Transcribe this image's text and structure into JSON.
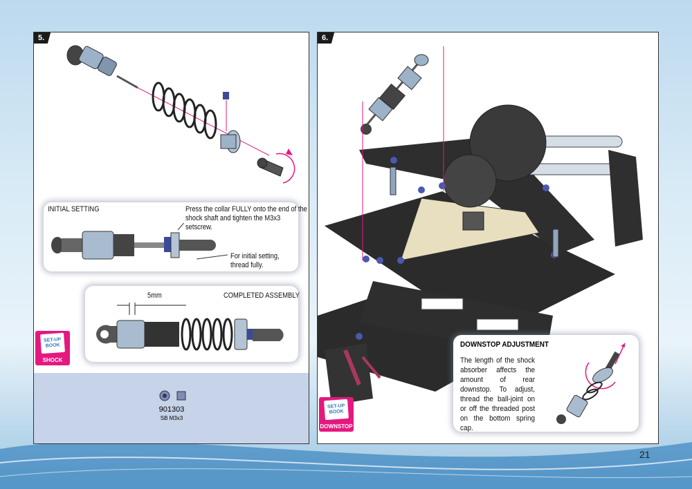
{
  "page_number": "21",
  "step5": {
    "number": "5.",
    "initial_setting_title": "INITIAL SETTING",
    "collar_note": "Press the collar FULLY onto the end of the shock shaft and tighten the M3x3 setscrew.",
    "thread_note": "For initial setting, thread fully.",
    "dimension_label": "5mm",
    "completed_title": "COMPLETED ASSEMBLY",
    "badge_book": "SET-UP BOOK",
    "badge_caption": "SHOCK",
    "part_number": "901303",
    "part_name": "SB M3x3"
  },
  "step6": {
    "number": "6.",
    "downstop_title": "DOWNSTOP ADJUSTMENT",
    "downstop_text": "The length of the shock absorber affects the amount of rear downstop. To adjust, thread the ball-joint on or off the threaded post on the bottom spring cap.",
    "badge_book": "SET-UP BOOK",
    "badge_caption": "DOWNSTOP"
  },
  "colors": {
    "accent_magenta": "#e5187f",
    "part_bg": "#c7d3e9",
    "carbon": "#2b2b2b",
    "aluminum": "#8fa6bf"
  }
}
